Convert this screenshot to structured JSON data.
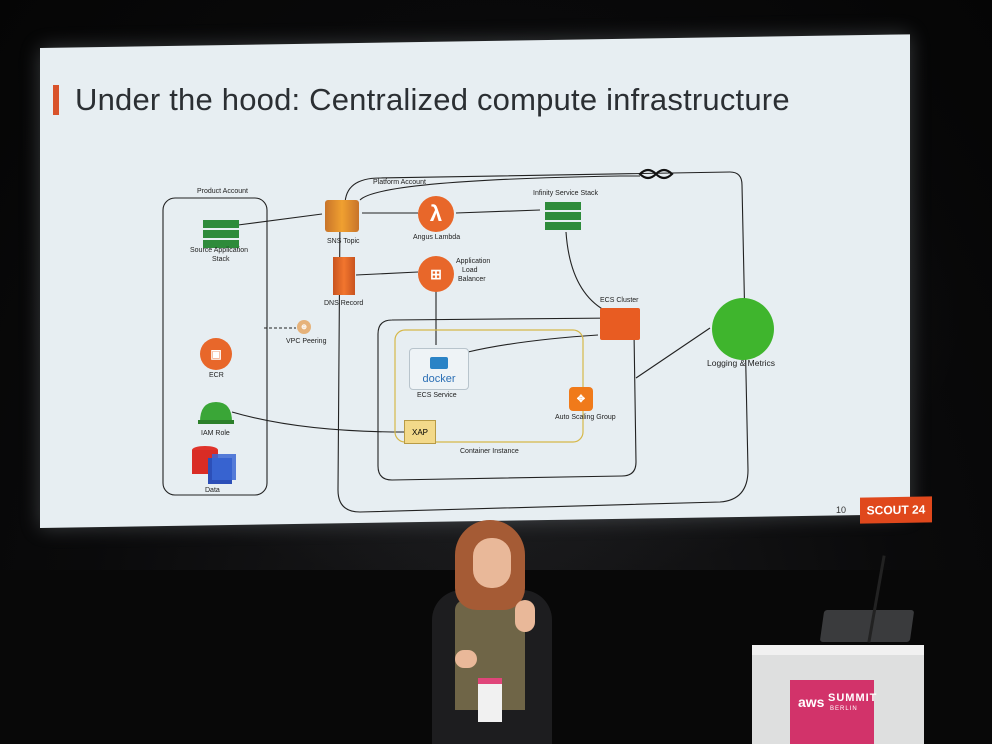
{
  "slide": {
    "title": "Under the hood: Centralized compute infrastructure",
    "page_number": "10",
    "logo": "SCOUT 24",
    "labels": {
      "product_account": "Product Account",
      "platform_account": "Platform Account",
      "source_application_stack_1": "Source Application",
      "source_application_stack_2": "Stack",
      "sns_topic": "SNS Topic",
      "angus_lambda": "Angus Lambda",
      "infinity_service_stack": "Infinity Service Stack",
      "dns_record": "DNS Record",
      "application_load_balancer_1": "Application",
      "application_load_balancer_2": "Load",
      "application_load_balancer_3": "Balancer",
      "vpc_peering": "VPC Peering",
      "ecs_cluster": "ECS Cluster",
      "logging_metrics": "Logging & Metrics",
      "ecr": "ECR",
      "docker": "docker",
      "ecs_service": "ECS Service",
      "auto_scaling_group": "Auto Scaling Group",
      "iam_role": "IAM Role",
      "xap": "XAP",
      "container_instance": "Container Instance",
      "data": "Data",
      "lambda_symbol": "λ"
    }
  },
  "podium": {
    "brand": "aws",
    "event": "SUMMIT",
    "city": "BERLIN"
  },
  "colors": {
    "accent_orange": "#e0481c",
    "aws_green": "#2e8b3b",
    "logging_green": "#3fb52d",
    "podium_pink": "#d2336a"
  }
}
